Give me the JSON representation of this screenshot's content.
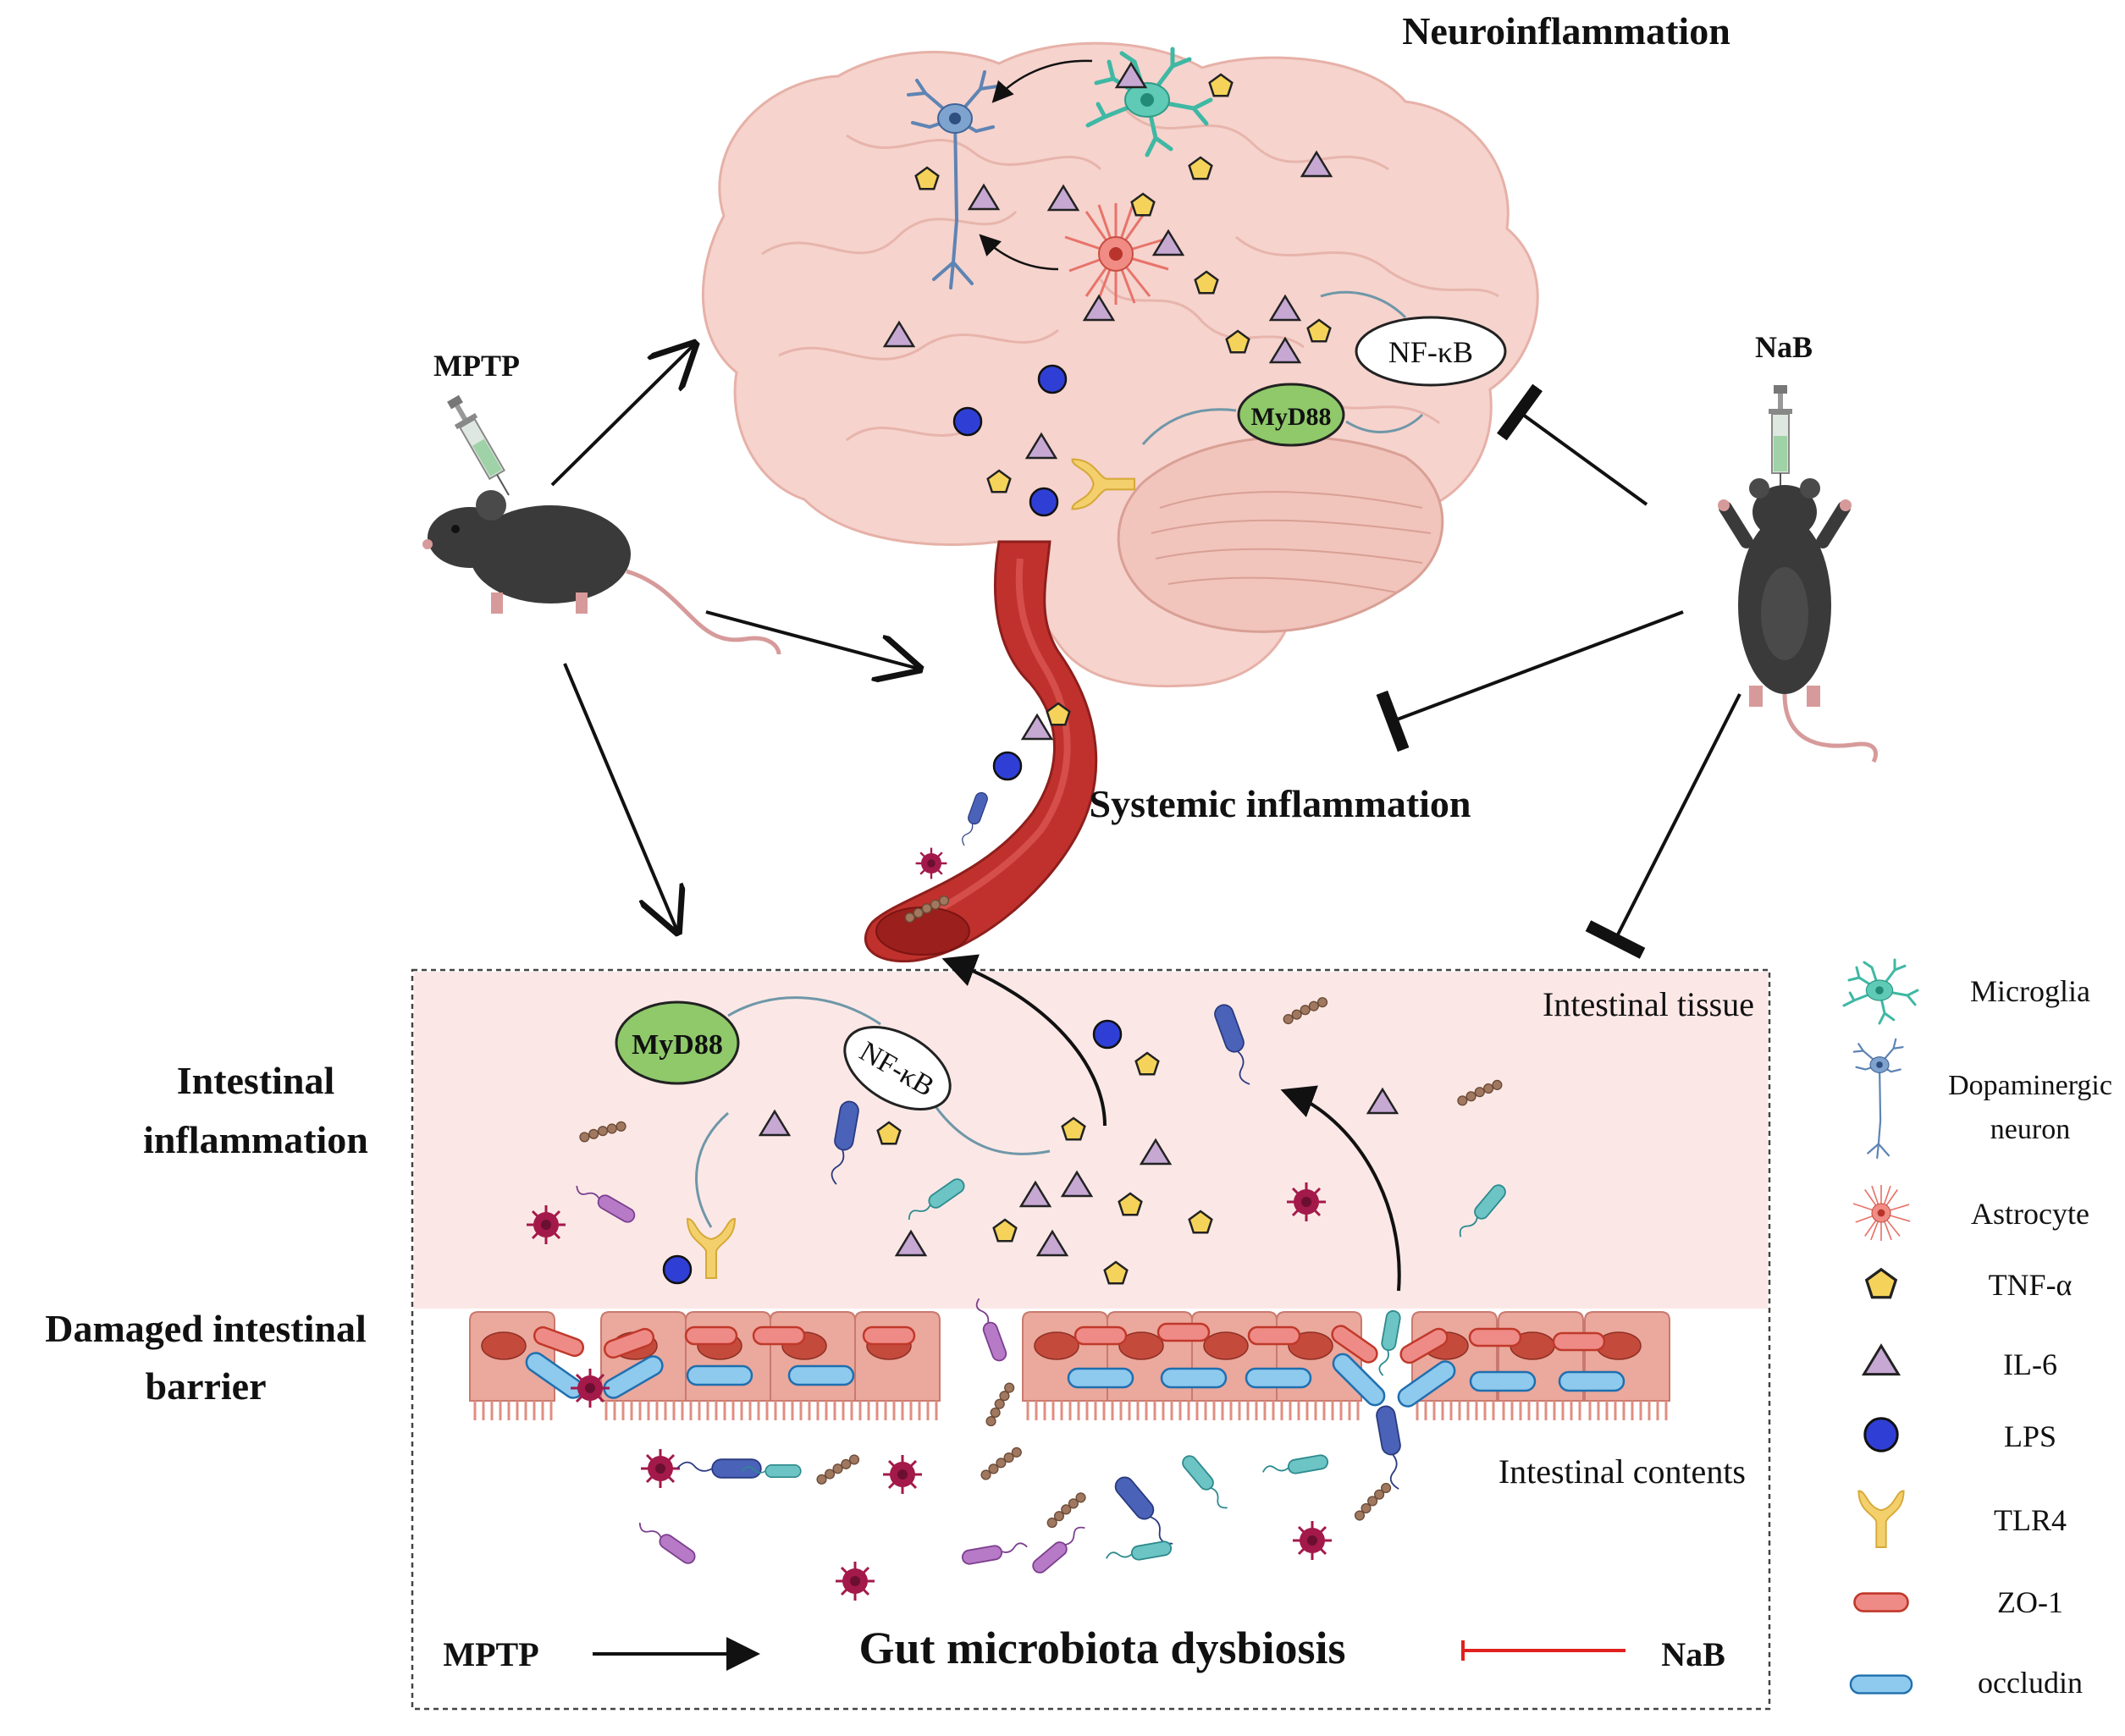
{
  "titles": {
    "neuro": "Neuroinflammation",
    "systemic": "Systemic inflammation",
    "intestinal_line1": "Intestinal",
    "intestinal_line2": "inflammation",
    "barrier_line1": "Damaged intestinal",
    "barrier_line2": "barrier"
  },
  "agents": {
    "left": "MPTP",
    "right": "NaB"
  },
  "brain_pathway": {
    "adaptor": "MyD88",
    "factor": "NF-κB"
  },
  "gut_pathway": {
    "adaptor": "MyD88",
    "factor": "NF-κB"
  },
  "regions": {
    "tissue": "Intestinal tissue",
    "contents": "Intestinal contents"
  },
  "bottom": {
    "left": "MPTP",
    "center": "Gut microbiota dysbiosis",
    "right": "NaB"
  },
  "legend": [
    {
      "label": "Microglia",
      "icon": "microglia-icon"
    },
    {
      "label": "Dopaminergic",
      "label2": "neuron",
      "icon": "neuron-icon"
    },
    {
      "label": "Astrocyte",
      "icon": "astrocyte-icon"
    },
    {
      "label": "TNF-α",
      "icon": "pentagon-icon"
    },
    {
      "label": "IL-6",
      "icon": "triangle-icon"
    },
    {
      "label": "LPS",
      "icon": "circle-icon"
    },
    {
      "label": "TLR4",
      "icon": "receptor-icon"
    },
    {
      "label": "ZO-1",
      "icon": "red-capsule-icon"
    },
    {
      "label": "occludin",
      "icon": "blue-capsule-icon"
    }
  ],
  "colors": {
    "brain": "#f6d3cd",
    "tissue": "#fbe8e6",
    "microglia": "#3fb8a4",
    "neuron": "#5e84b4",
    "astrocyte": "#e8736a",
    "tnf": "#f5d35a",
    "il6": "#c6a8d3",
    "lps": "#2f3fd6",
    "tlr4": "#f3d06b",
    "zo1": "#ef8b86",
    "occludin": "#8ec9ee",
    "myd88": "#8fc96a",
    "vessel": "#c0312e",
    "inhibit": "#e0201e"
  }
}
